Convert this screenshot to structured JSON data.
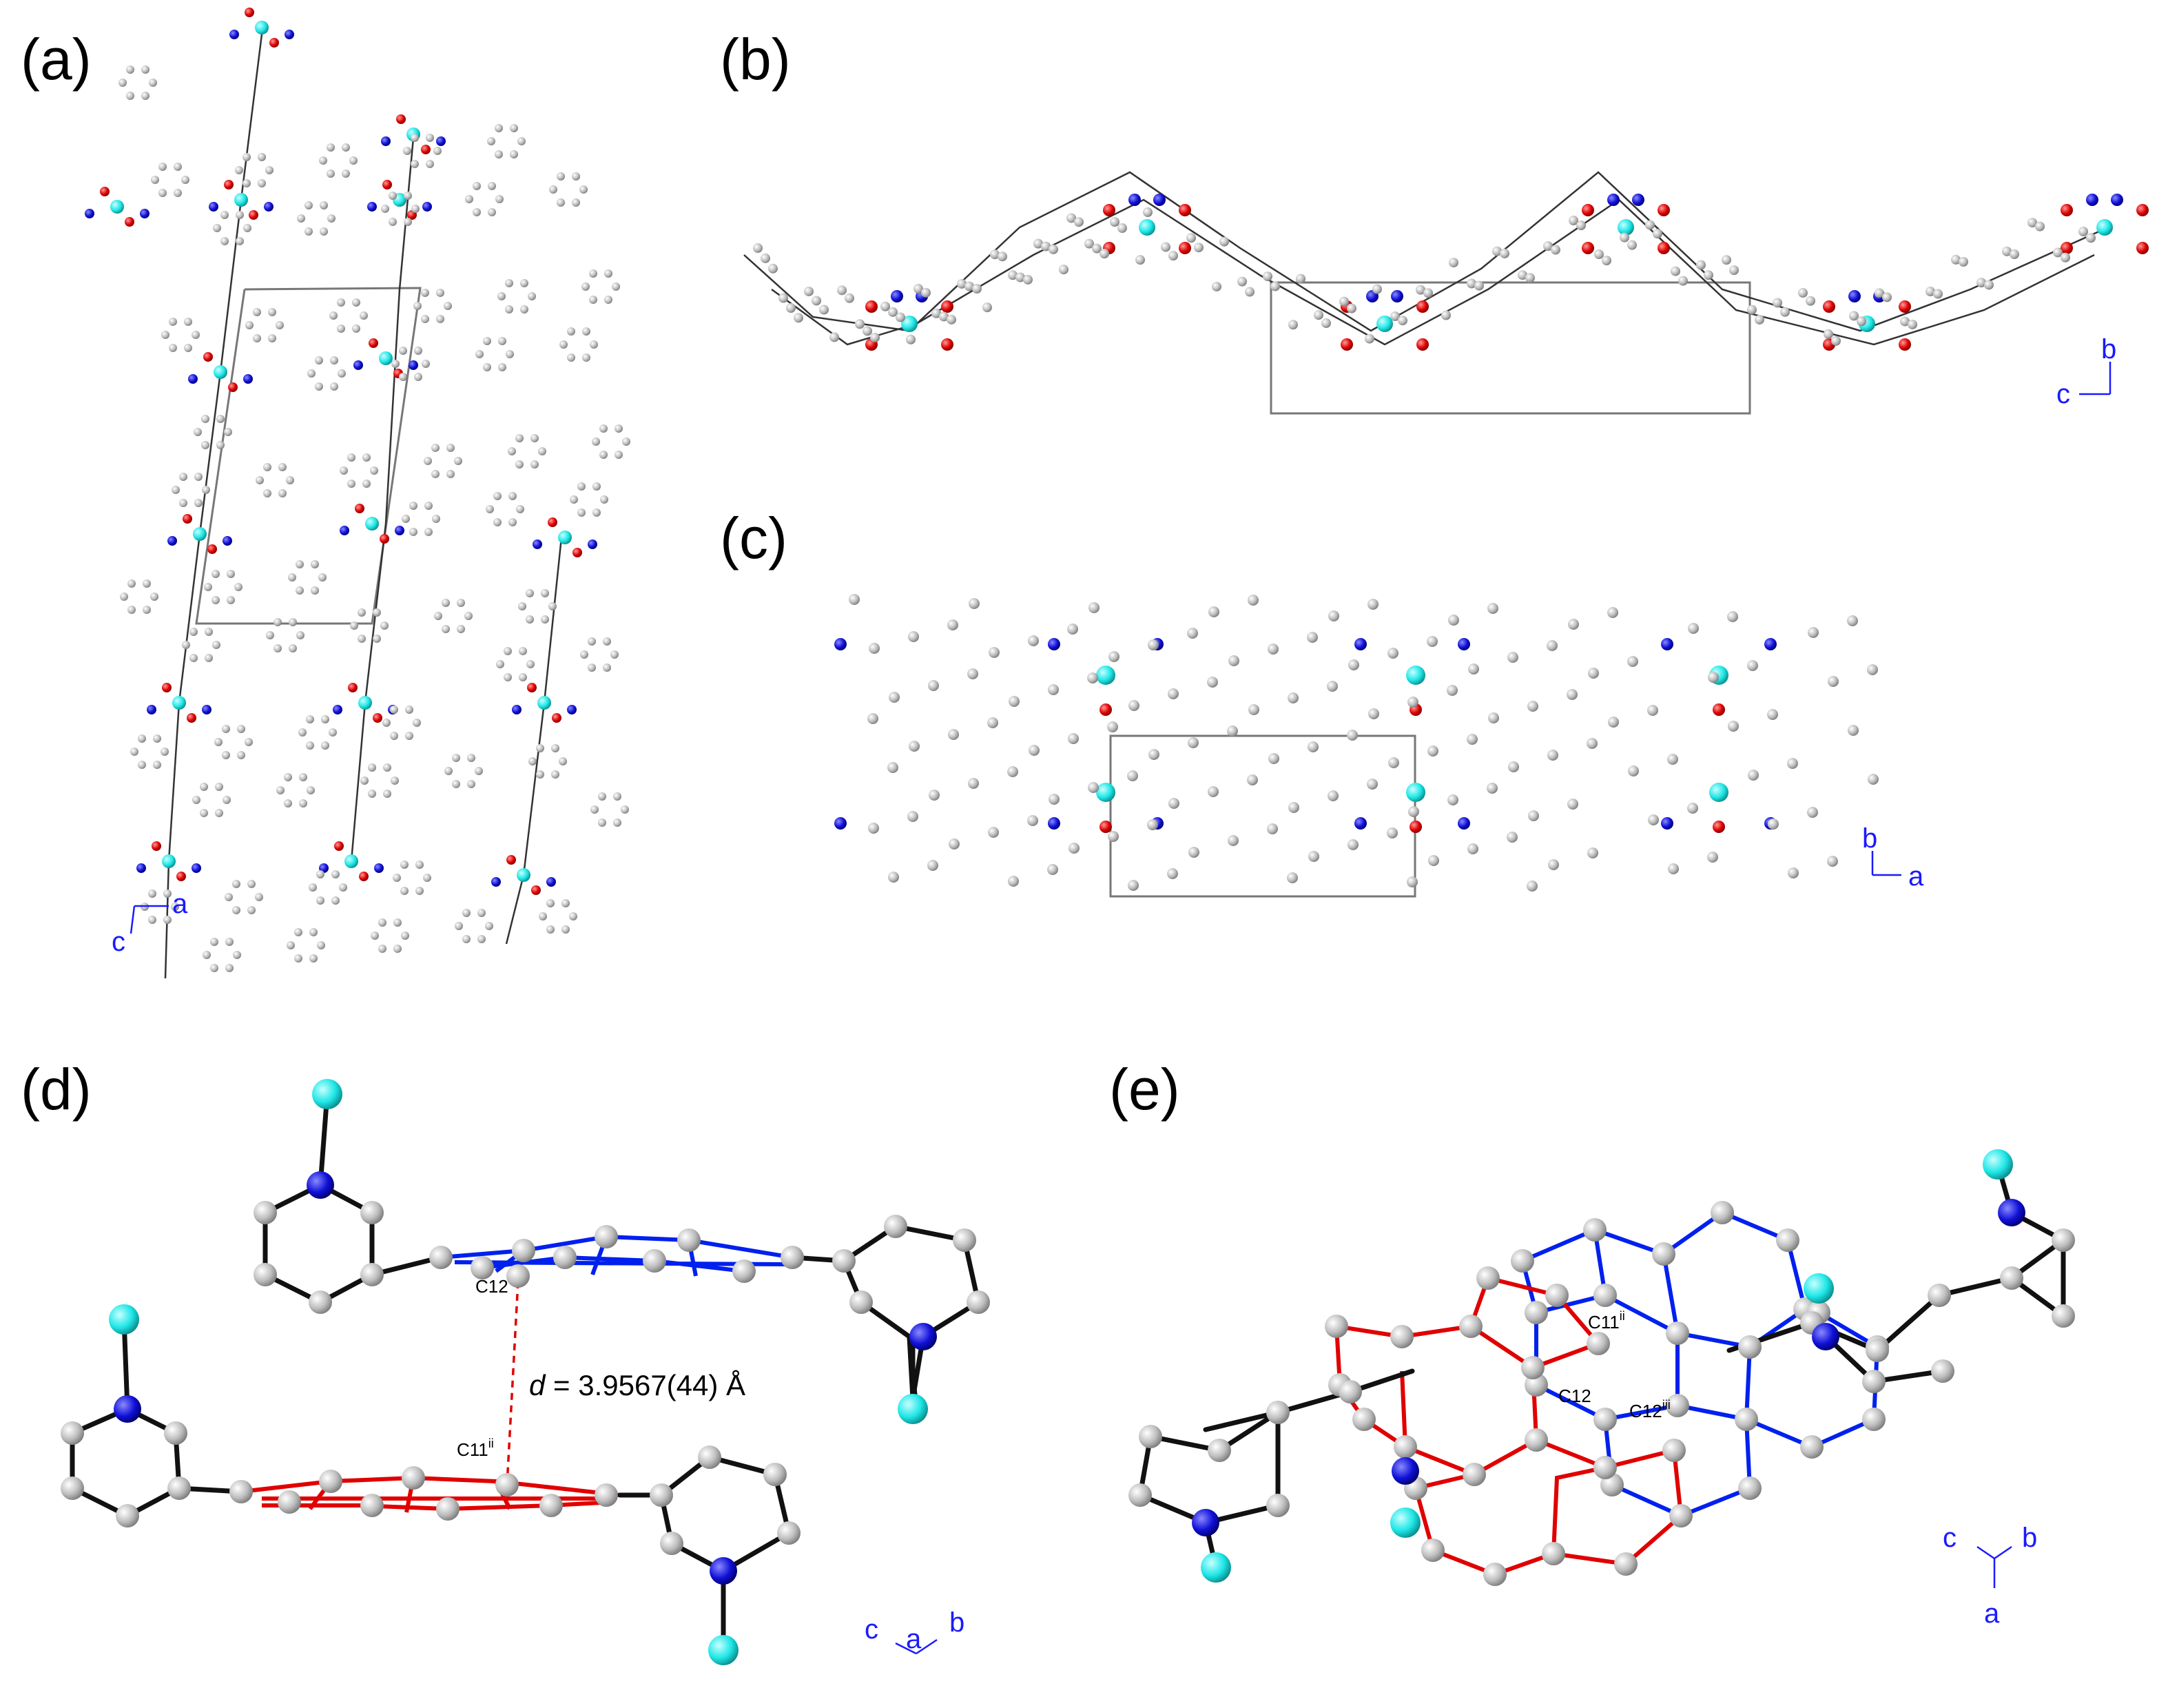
{
  "panels": [
    {
      "label": "(a)",
      "axes": [
        "c",
        "a"
      ]
    },
    {
      "label": "(b)",
      "axes": [
        "b",
        "c"
      ]
    },
    {
      "label": "(c)",
      "axes": [
        "b",
        "a"
      ]
    },
    {
      "label": "(d)",
      "axes": [
        "c",
        "a",
        "b"
      ]
    },
    {
      "label": "(e)",
      "axes": [
        "c",
        "b",
        "a"
      ]
    }
  ],
  "panel_d": {
    "atom_top": "C12",
    "atom_bottom": "C11",
    "atom_bottom_sup": "ii",
    "distance_var": "d",
    "distance_value": " = 3.9567(44) Å"
  },
  "panel_e": {
    "atom1": "C11",
    "atom1_sup": "ii",
    "atom2": "C12",
    "atom3": "C12",
    "atom3_sup": "iii"
  },
  "colors": {
    "carbon": "#c8c8c8",
    "nitrogen": "#0a0ad0",
    "oxygen": "#e00000",
    "metal": "#1ee6e6",
    "ring_red": "#e00000",
    "ring_blue": "#0020ee",
    "axis_text": "#1a1aff"
  }
}
